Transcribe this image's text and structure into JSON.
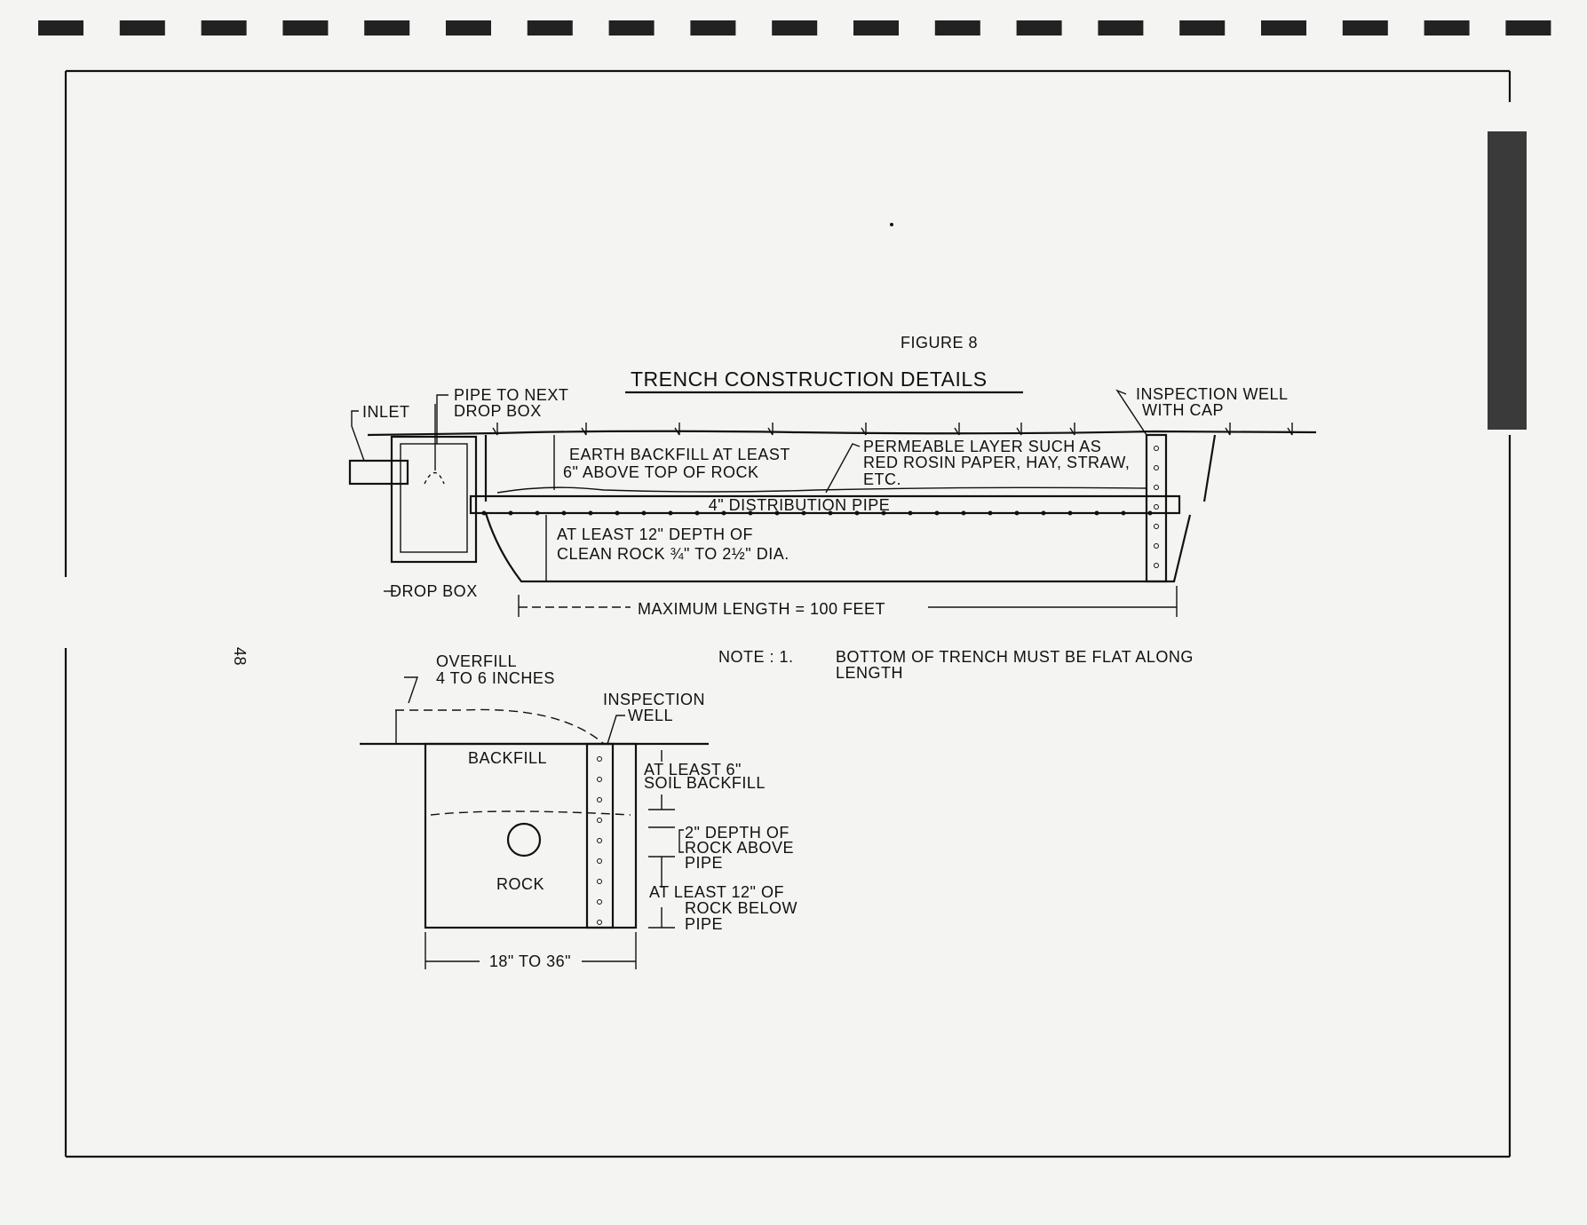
{
  "page_number": "48",
  "figure": {
    "number_label": "FIGURE 8",
    "title": "TRENCH CONSTRUCTION DETAILS"
  },
  "profile_view": {
    "inlet": "INLET",
    "pipe_to_next_1": "PIPE TO NEXT",
    "pipe_to_next_2": "DROP BOX",
    "inspection_well_1": "INSPECTION WELL",
    "inspection_well_2": "WITH CAP",
    "earth_backfill_1": "EARTH BACKFILL AT LEAST",
    "earth_backfill_2": "6\" ABOVE TOP OF ROCK",
    "permeable_1": "PERMEABLE LAYER SUCH AS",
    "permeable_2": "RED ROSIN PAPER, HAY, STRAW,",
    "permeable_3": "ETC.",
    "distribution_pipe": "4\" DISTRIBUTION PIPE",
    "rock_depth_1": "AT LEAST 12\" DEPTH OF",
    "rock_depth_2": "CLEAN ROCK ¾\" TO 2½\" DIA.",
    "drop_box": "DROP BOX",
    "max_length": "MAXIMUM LENGTH = 100 FEET"
  },
  "note": {
    "prefix": "NOTE : 1.",
    "line1": "BOTTOM OF TRENCH MUST BE FLAT ALONG",
    "line2": "LENGTH"
  },
  "cross_section": {
    "overfill_1": "OVERFILL",
    "overfill_2": "4 TO 6 INCHES",
    "inspection_1": "INSPECTION",
    "inspection_2": "WELL",
    "backfill": "BACKFILL",
    "rock": "ROCK",
    "soil_1": "AT LEAST 6\"",
    "soil_2": "SOIL BACKFILL",
    "above_1": "2\" DEPTH OF",
    "above_2": "ROCK ABOVE",
    "above_3": "PIPE",
    "below_1": "AT LEAST 12\" OF",
    "below_2": "ROCK BELOW",
    "below_3": "PIPE",
    "width": "18\" TO 36\""
  }
}
